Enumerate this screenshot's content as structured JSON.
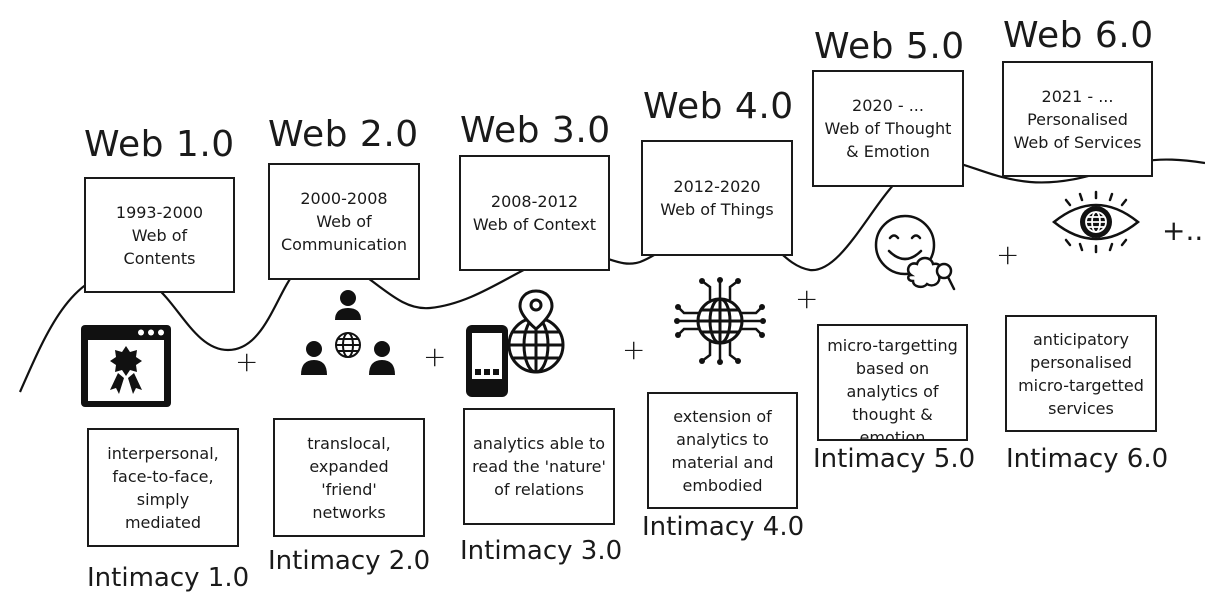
{
  "eras": [
    {
      "title": "Web 1.0",
      "era_lines": [
        "1993-2000",
        "Web of",
        "Contents"
      ],
      "icon": "browser-badge-icon",
      "desc_lines": [
        "interpersonal,",
        "face-to-face,",
        "simply",
        "mediated"
      ],
      "intimacy": "Intimacy 1.0"
    },
    {
      "title": "Web 2.0",
      "era_lines": [
        "2000-2008",
        "Web of",
        "Communication"
      ],
      "icon": "people-network-icon",
      "desc_lines": [
        "translocal,",
        "expanded",
        "'friend'",
        "networks"
      ],
      "intimacy": "Intimacy 2.0"
    },
    {
      "title": "Web 3.0",
      "era_lines": [
        "2008-2012",
        "Web of Context"
      ],
      "icon": "phone-location-globe-icon",
      "desc_lines": [
        "analytics able to",
        "read the 'nature'",
        "of relations"
      ],
      "intimacy": "Intimacy 3.0"
    },
    {
      "title": "Web 4.0",
      "era_lines": [
        "2012-2020",
        "Web of Things"
      ],
      "icon": "connected-globe-icon",
      "desc_lines": [
        "extension of",
        "analytics to",
        "material and",
        "embodied"
      ],
      "intimacy": "Intimacy 4.0"
    },
    {
      "title": "Web 5.0",
      "era_lines": [
        "2020 - ...",
        "Web of Thought",
        "& Emotion"
      ],
      "icon": "smiley-thought-icon",
      "desc_lines": [
        "micro-targetting",
        "based on",
        "analytics of",
        "thought &",
        "emotion"
      ],
      "intimacy": "Intimacy 5.0"
    },
    {
      "title": "Web 6.0",
      "era_lines": [
        "2021 - ...",
        "Personalised",
        "Web of Services"
      ],
      "icon": "eye-globe-icon",
      "desc_lines": [
        "anticipatory",
        "personalised",
        "micro-targetted",
        "services"
      ],
      "intimacy": "Intimacy 6.0"
    }
  ],
  "plus_signs": [
    "+",
    "+",
    "+",
    "+",
    "+"
  ],
  "continuation": "+..."
}
